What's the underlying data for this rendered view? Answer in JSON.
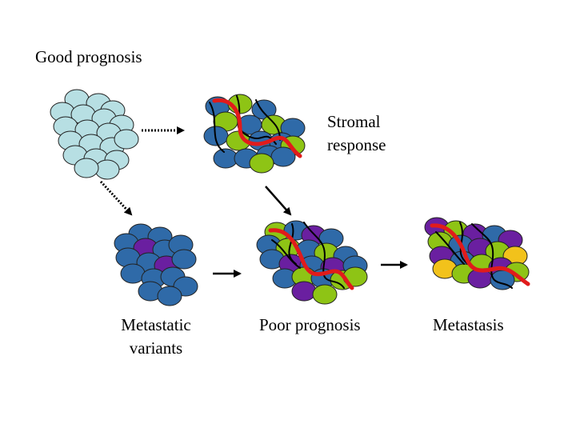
{
  "labels": {
    "good_prognosis": "Good prognosis",
    "stromal_response_1": "Stromal",
    "stromal_response_2": "response",
    "metastatic_variants_1": "Metastatic",
    "metastatic_variants_2": "variants",
    "poor_prognosis": "Poor prognosis",
    "metastasis": "Metastasis"
  },
  "colors": {
    "normal_cell": "#b7dfe3",
    "tumor_cell": "#2f6aa8",
    "stromal_cell": "#8ec415",
    "variant_cell": "#6a1fa0",
    "metastatic_cell": "#f2c21b",
    "blood_vessel": "#e11b1b",
    "fiber": "#000000"
  }
}
